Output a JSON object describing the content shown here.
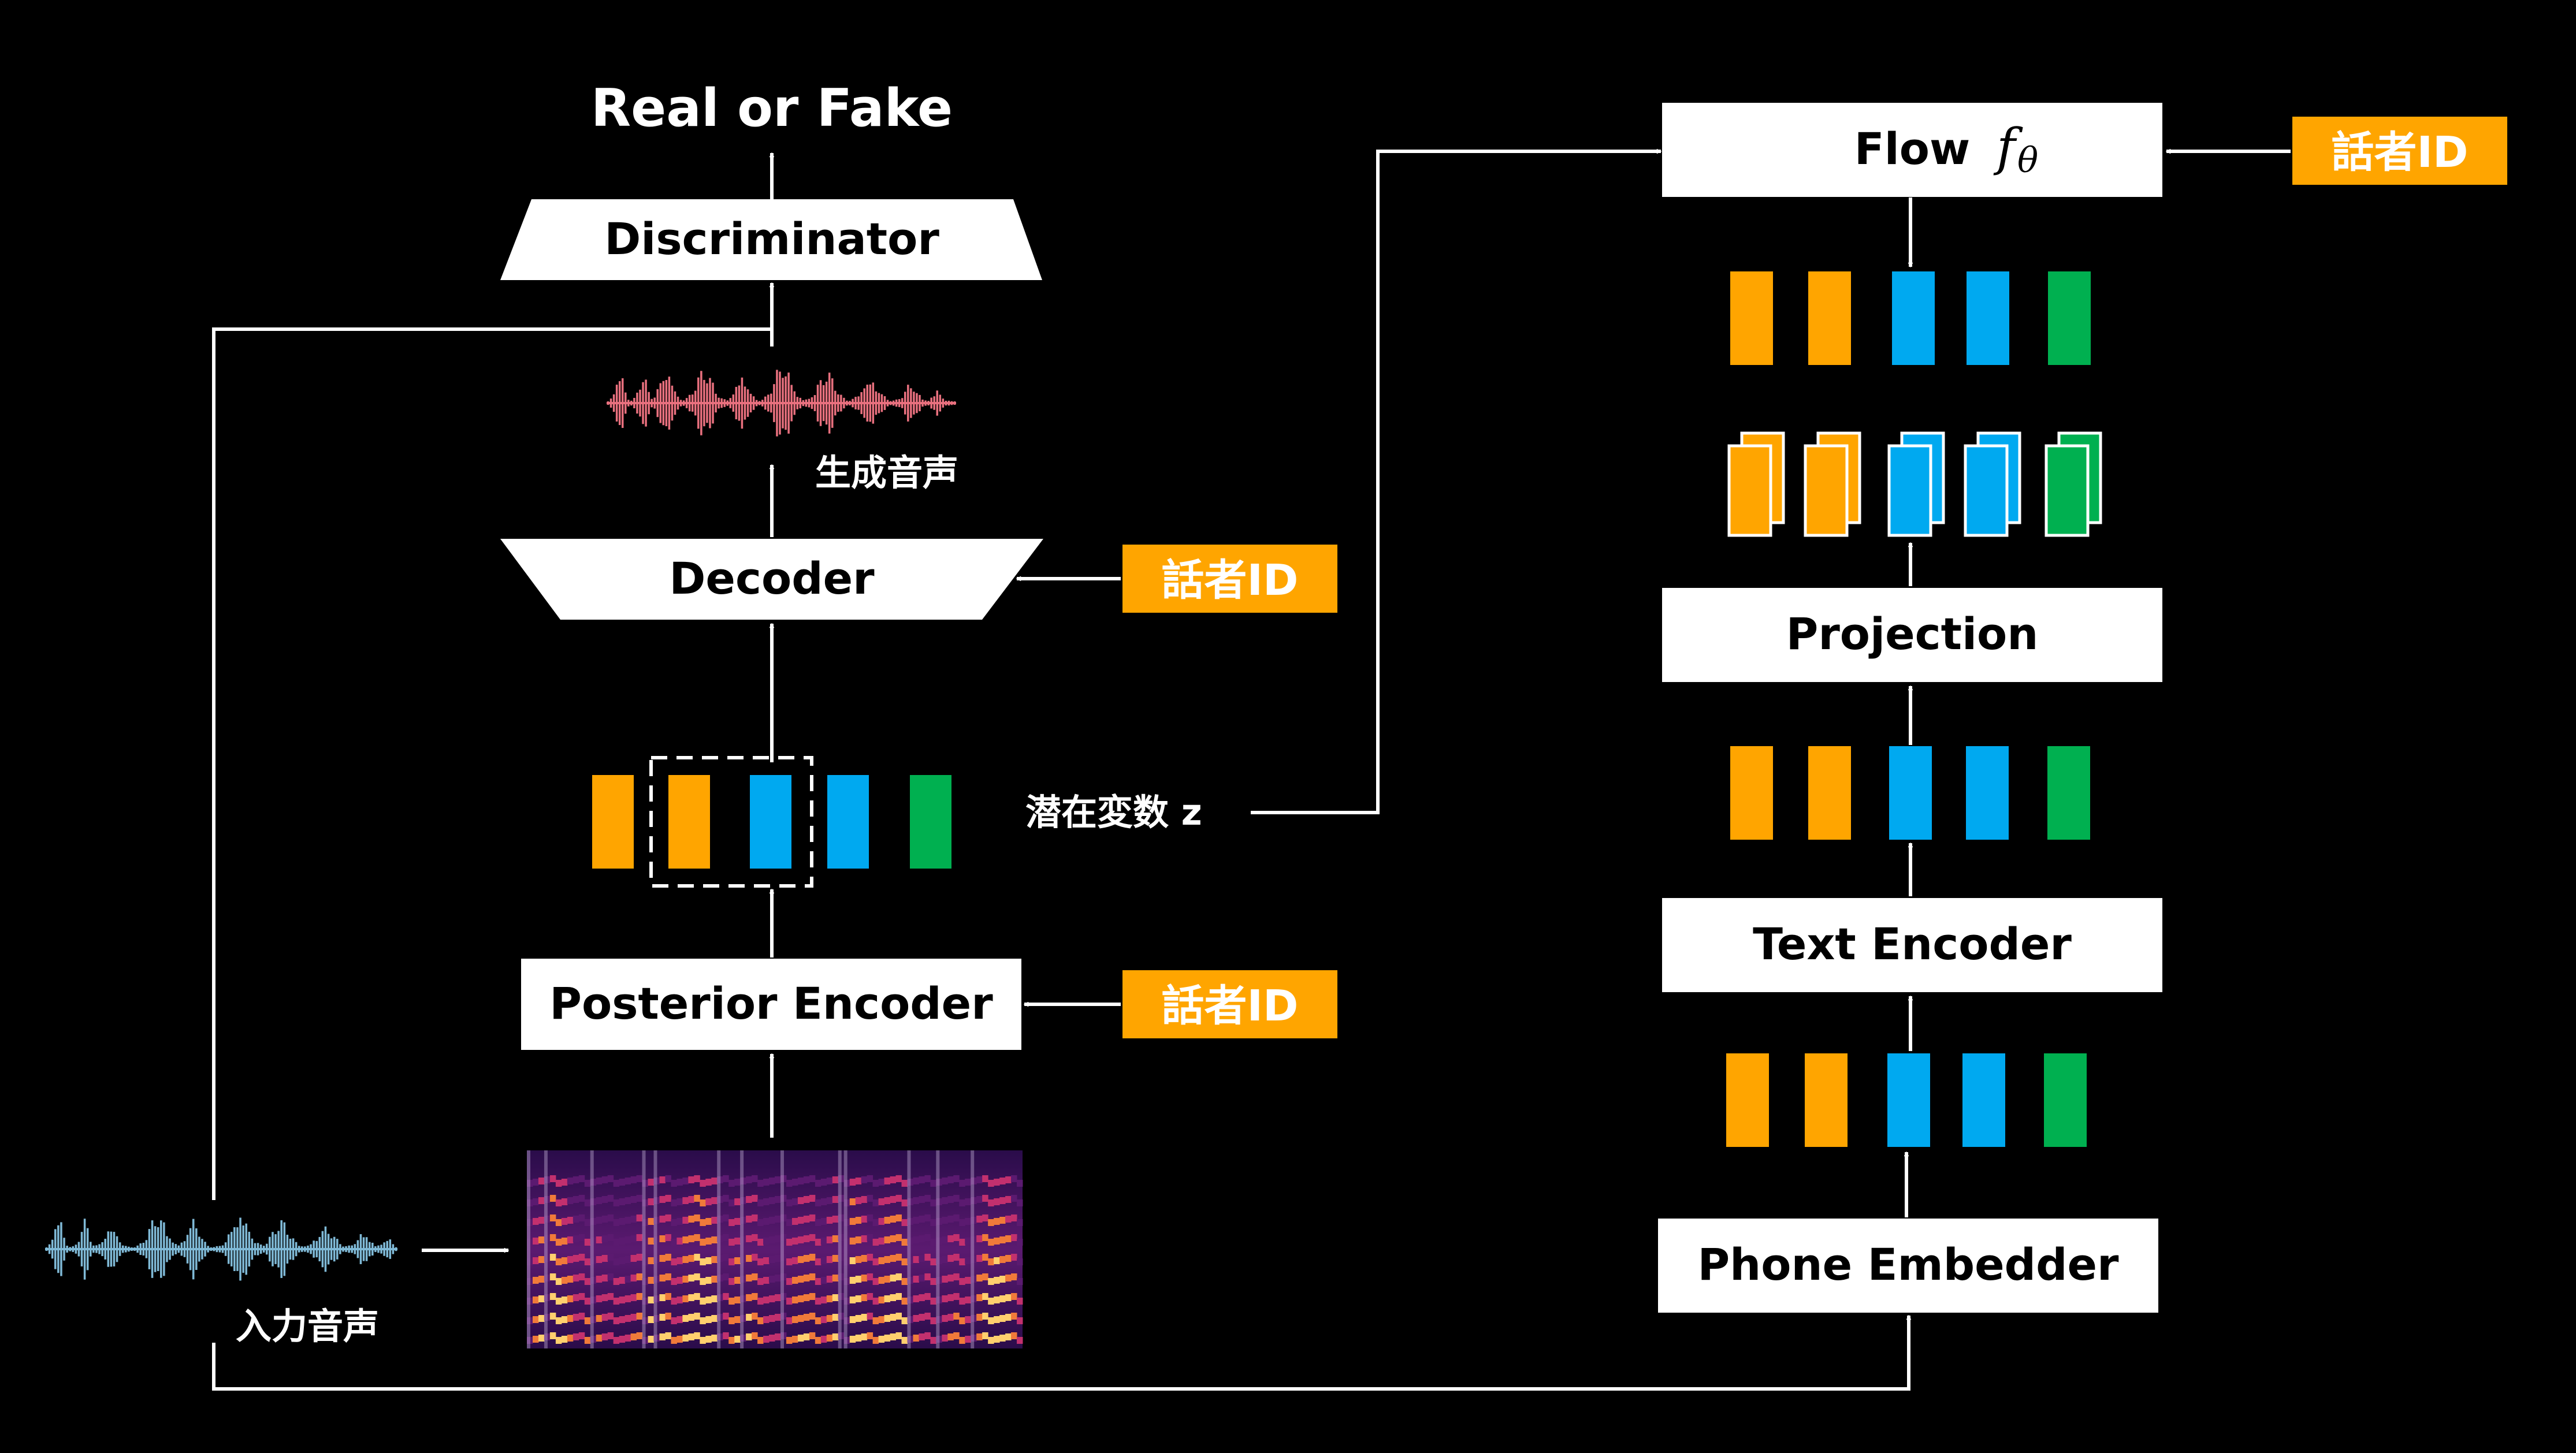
{
  "colors": {
    "background": "#000000",
    "box": "#ffffff",
    "line": "#ffffff",
    "orange": "#ffa500",
    "blue": "#00a9f0",
    "green": "#00b050",
    "wave_generated": "#e8707e",
    "wave_input": "#7fb9d6",
    "badge": "#ffa500"
  },
  "labels": {
    "real_or_fake": "Real or Fake",
    "discriminator": "Discriminator",
    "generated_audio": "生成音声",
    "decoder": "Decoder",
    "posterior_encoder": "Posterior Encoder",
    "input_audio": "入力音声",
    "latent": "潜在変数 z",
    "flow": "Flow",
    "flow_symbol": "f",
    "flow_subscript": "θ",
    "projection": "Projection",
    "text_encoder": "Text Encoder",
    "phone_embedder": "Phone Embedder",
    "speaker_id": "話者ID"
  },
  "token_rows": {
    "latent": [
      "orange",
      "orange",
      "blue",
      "blue",
      "green"
    ],
    "flow_output": [
      "orange",
      "orange",
      "blue",
      "blue",
      "green"
    ],
    "projection_output": [
      "orange",
      "orange",
      "blue",
      "blue",
      "green"
    ],
    "text_encoder_output": [
      "orange",
      "orange",
      "blue",
      "blue",
      "green"
    ],
    "phone_embedder_output": [
      "orange",
      "orange",
      "blue",
      "blue",
      "green"
    ]
  },
  "icons": [
    "arrow-icon",
    "waveform-icon",
    "spectrogram-icon"
  ]
}
